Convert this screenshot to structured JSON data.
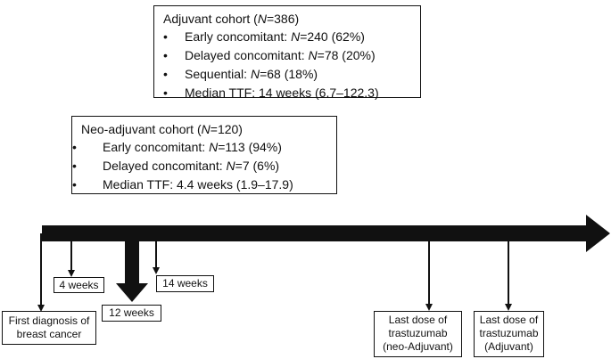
{
  "adjuvant_cohort": {
    "title_prefix": "Adjuvant cohort (",
    "n_symbol": "N",
    "title_suffix": "=386)",
    "items": [
      {
        "prefix": "Early concomitant: ",
        "n": "N",
        "suffix": "=240 (62%)"
      },
      {
        "prefix": "Delayed concomitant: ",
        "n": "N",
        "suffix": "=78 (20%)"
      },
      {
        "prefix": "Sequential: ",
        "n": "N",
        "suffix": "=68 (18%)"
      },
      {
        "prefix": "Median TTF: 14 weeks (6.7–122.3)",
        "n": "",
        "suffix": ""
      }
    ]
  },
  "neoadjuvant_cohort": {
    "title_prefix": "Neo-adjuvant cohort (",
    "n_symbol": "N",
    "title_suffix": "=120)",
    "items": [
      {
        "prefix": "Early concomitant: ",
        "n": "N",
        "suffix": "=113 (94%)"
      },
      {
        "prefix": "Delayed concomitant: ",
        "n": "N",
        "suffix": "=7 (6%)"
      },
      {
        "prefix": "Median TTF: 4.4 weeks (1.9–17.9)",
        "n": "",
        "suffix": ""
      }
    ]
  },
  "timeline": {
    "labels": {
      "four_weeks": "4 weeks",
      "fourteen_weeks": "14 weeks",
      "twelve_weeks": "12 weeks",
      "first_diagnosis": "First diagnosis of\nbreast cancer",
      "last_dose_neo": "Last dose of\ntrastuzumab\n(neo-Adjuvant)",
      "last_dose_adj": "Last dose of\ntrastuzumab\n(Adjuvant)"
    }
  },
  "colors": {
    "ink": "#111111",
    "background": "#ffffff"
  }
}
